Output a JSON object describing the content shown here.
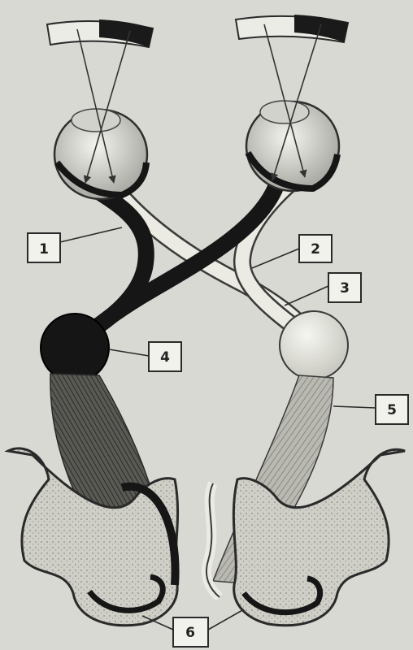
{
  "labels": {
    "l1": "1",
    "l2": "2",
    "l3": "3",
    "l4": "4",
    "l5": "5",
    "l6": "6"
  },
  "colors": {
    "background": "#d9d9d4",
    "dark_pathway": "#161616",
    "light_pathway": "#ebebe4",
    "outline": "#3a3a3a",
    "cortex_stipple": "#bdbdb6"
  }
}
